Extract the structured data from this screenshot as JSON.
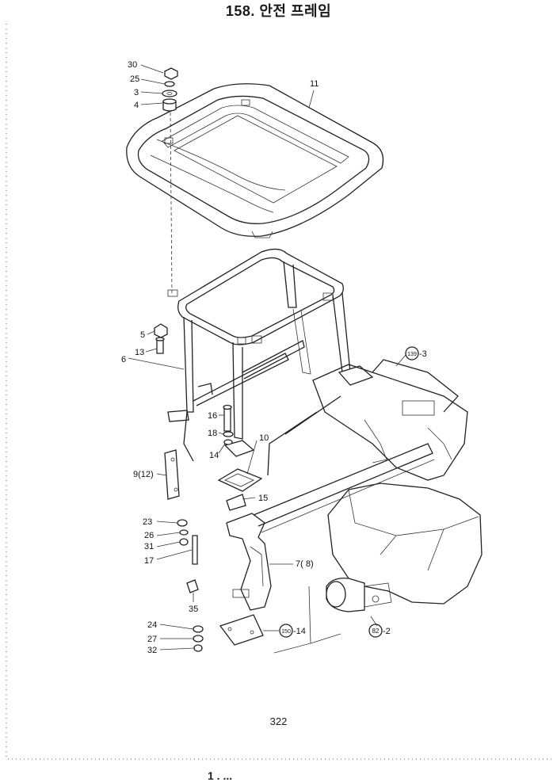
{
  "header": {
    "title": "158. 안전 프레임"
  },
  "footer": {
    "page_number": "322",
    "next_heading": "1 . ..."
  },
  "callouts": [
    {
      "id": "c30",
      "text": "30"
    },
    {
      "id": "c25",
      "text": "25"
    },
    {
      "id": "c3",
      "text": "3"
    },
    {
      "id": "c4",
      "text": "4"
    },
    {
      "id": "c11",
      "text": "11"
    },
    {
      "id": "c5",
      "text": "5"
    },
    {
      "id": "c13",
      "text": "13"
    },
    {
      "id": "c6",
      "text": "6"
    },
    {
      "id": "c16",
      "text": "16"
    },
    {
      "id": "c18",
      "text": "18"
    },
    {
      "id": "c14",
      "text": "14"
    },
    {
      "id": "c10",
      "text": "10"
    },
    {
      "id": "c9",
      "text": "9(12)"
    },
    {
      "id": "c15",
      "text": "15"
    },
    {
      "id": "c23",
      "text": "23"
    },
    {
      "id": "c26",
      "text": "26"
    },
    {
      "id": "c31",
      "text": "31"
    },
    {
      "id": "c17",
      "text": "17"
    },
    {
      "id": "c7",
      "text": "7( 8)"
    },
    {
      "id": "c35",
      "text": "35"
    },
    {
      "id": "c24",
      "text": "24"
    },
    {
      "id": "c27",
      "text": "27"
    },
    {
      "id": "c32",
      "text": "32"
    }
  ],
  "refs": [
    {
      "id": "r139",
      "num": "139",
      "suffix": "-3"
    },
    {
      "id": "r150",
      "num": "150",
      "suffix": "-14"
    },
    {
      "id": "r82",
      "num": "82",
      "suffix": "-2"
    }
  ]
}
